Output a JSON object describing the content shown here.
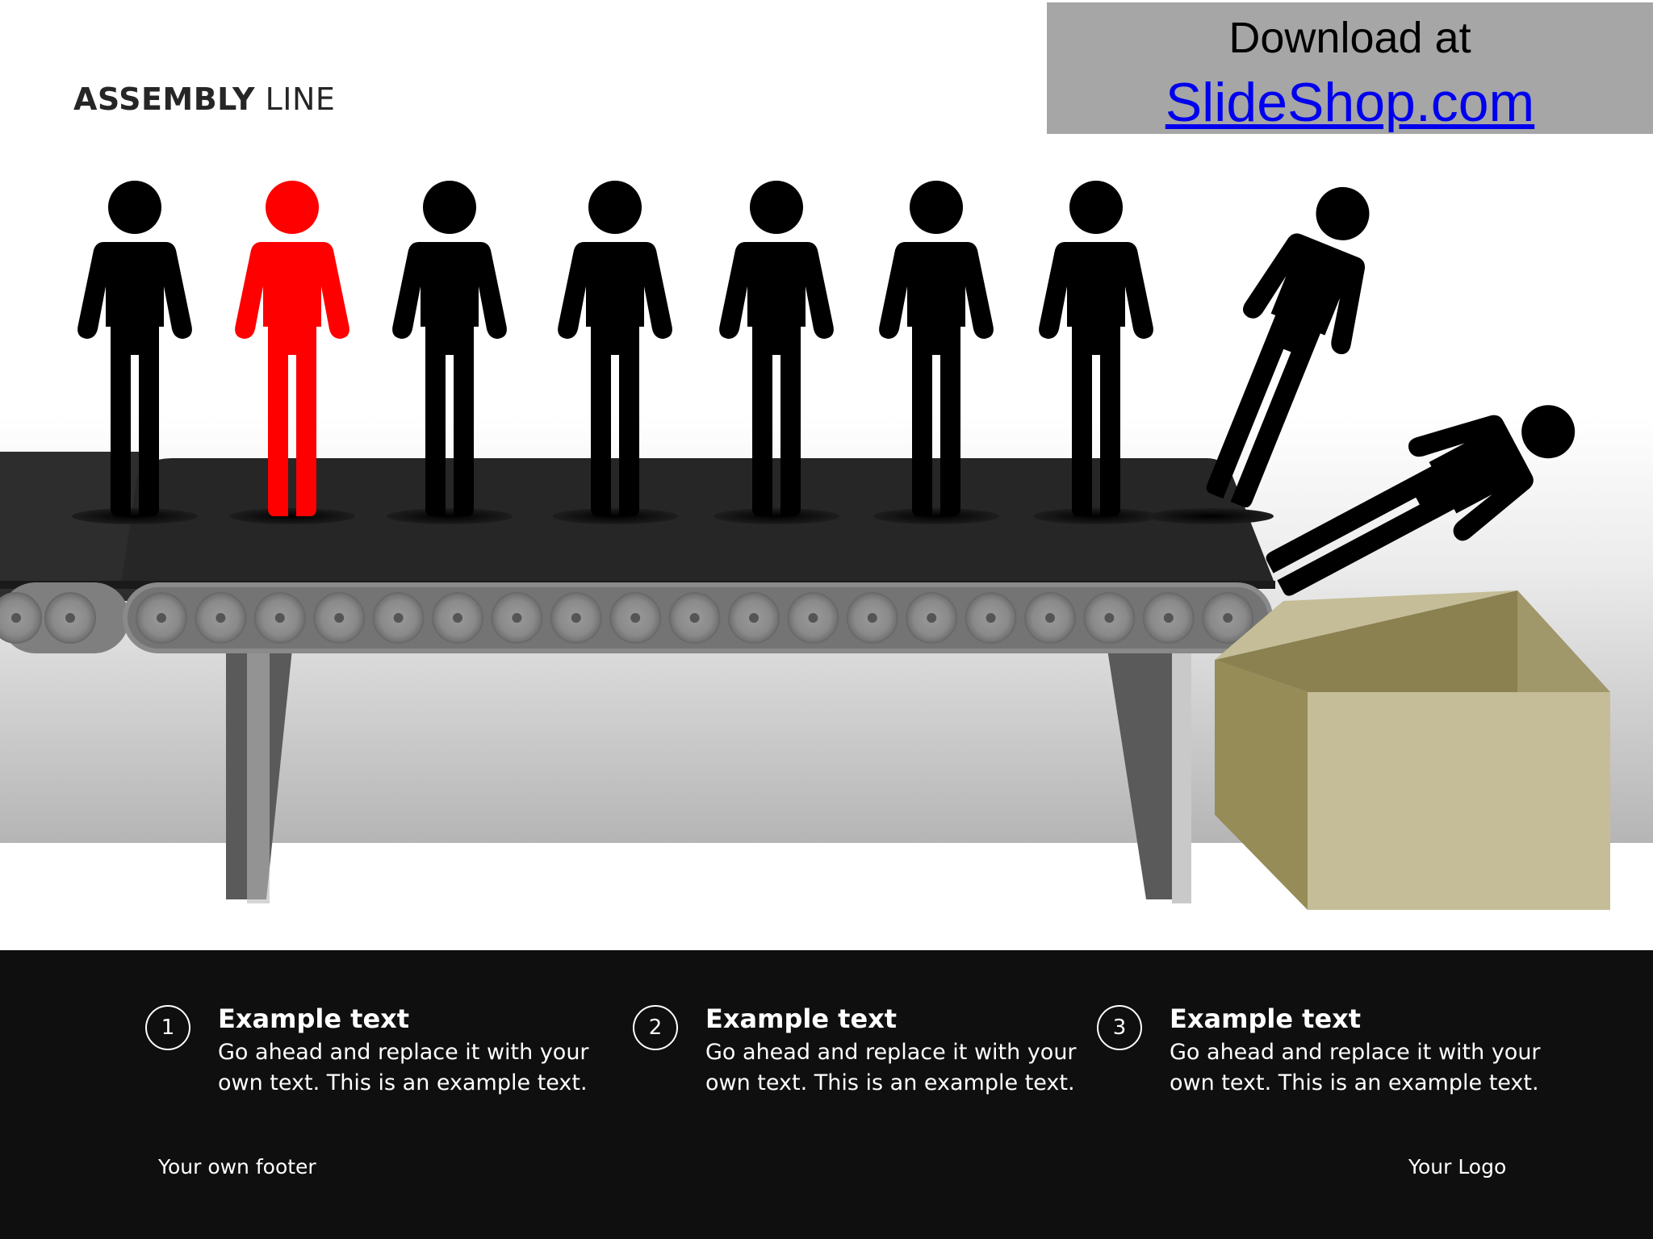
{
  "slide": {
    "title_bold": "ASSEMBLY",
    "title_rest": " LINE"
  },
  "download": {
    "line1": "Download at",
    "link": "SlideShop.com"
  },
  "figures": {
    "standing_count": 7,
    "highlighted_index": 1,
    "falling_count": 2,
    "color_default": "#000000",
    "color_highlight": "#ff0000"
  },
  "colors": {
    "belt": "#262626",
    "box_front": "#c4bd97",
    "box_side": "#948a54",
    "footer_bg": "#0f0f0f",
    "link": "#0000ee"
  },
  "items": [
    {
      "number": "1",
      "heading": "Example text",
      "body": "Go ahead and replace it with your own text. This is an example text."
    },
    {
      "number": "2",
      "heading": "Example text",
      "body": "Go ahead and replace it with your own text. This is an example text."
    },
    {
      "number": "3",
      "heading": "Example text",
      "body": "Go ahead and replace it with your own text. This is an example text."
    }
  ],
  "footer": {
    "left": "Your own footer",
    "right": "Your Logo"
  }
}
